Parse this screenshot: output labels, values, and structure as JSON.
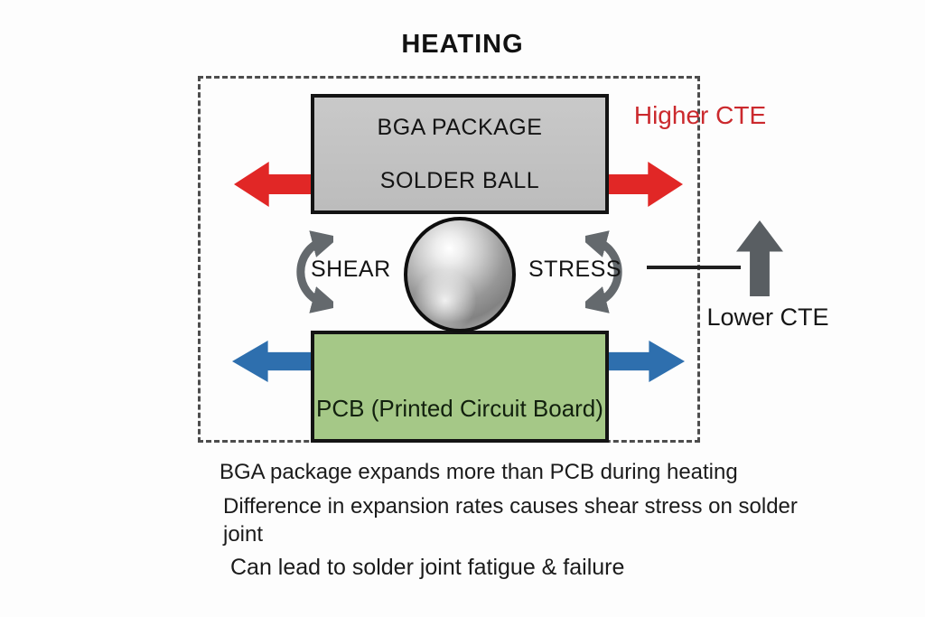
{
  "title": "HEATING",
  "labels": {
    "higher_cte": "Higher CTE",
    "lower_cte": "Lower CTE",
    "shear": "SHEAR",
    "stress": "STRESS"
  },
  "bga_box": {
    "line1": "BGA PACKAGE",
    "line2": "SOLDER BALL"
  },
  "pcb_box": {
    "label": "PCB (Printed Circuit Board)"
  },
  "notes": [
    "BGA package expands more than PCB during heating",
    "Difference in expansion rates causes shear stress on solder joint",
    "Can lead to solder joint fatigue & failure"
  ],
  "icons": {
    "red_arrows": "horizontal-block-arrows-outward (BGA expansion, red)",
    "blue_arrows": "horizontal-block-arrows-outward (PCB expansion, blue)",
    "curved_arrows": "curved-double-headed-shear-arrows (gray)",
    "up_arrow": "block-arrow-up (lower CTE, gray)",
    "solder_ball": "metallic-sphere",
    "dashed_frame": "dashed-boundary-rectangle"
  },
  "colors": {
    "red_arrow": "#e12726",
    "blue_arrow": "#2e6fae",
    "gray_arrow": "#64696d",
    "up_arrow": "#595e62",
    "bga_fill": "#c4c4c4",
    "pcb_fill": "#a5c887",
    "higher_cte_text": "#cb292d",
    "body_text": "#1b1b1b",
    "box_border": "#141414",
    "dashed_border": "#4d4d4d",
    "background": "#fdfdfd"
  }
}
